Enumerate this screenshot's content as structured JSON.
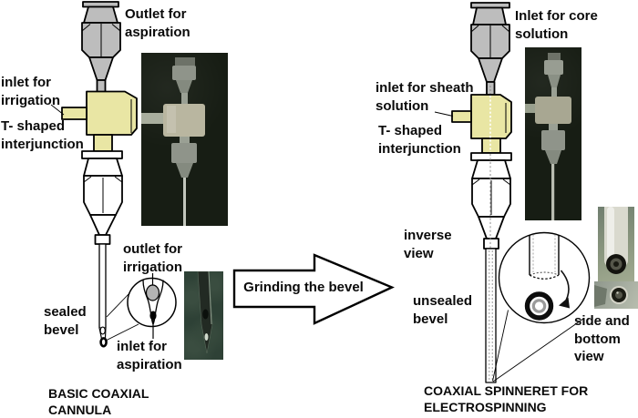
{
  "colors": {
    "junction_yellow": "#e9e6a4",
    "metal_gray": "#bdbdbd",
    "hole_gray": "#b3b3b3",
    "outline_black": "#000000",
    "photo_background": "#171d14"
  },
  "left_panel": {
    "labels": {
      "outlet_aspiration": "Outlet for\naspiration",
      "inlet_irrigation": "inlet for\nirrigation",
      "t_junction": "T- shaped\ninterjunction",
      "outlet_irrigation": "outlet for\nirrigation",
      "sealed_bevel": "sealed\nbevel",
      "inlet_aspiration": "inlet for\naspiration"
    },
    "caption": "BASIC COAXIAL\nCANNULA"
  },
  "transition": {
    "arrow_label": "Grinding the bevel"
  },
  "right_panel": {
    "labels": {
      "inlet_core": "Inlet for core\nsolution",
      "inlet_sheath": "inlet for sheath\nsolution",
      "t_junction": "T- shaped\ninterjunction",
      "inverse_view": "inverse\nview",
      "unsealed_bevel": "unsealed\nbevel",
      "side_bottom_view": "side and\nbottom\nview"
    },
    "caption": "COAXIAL SPINNERET FOR\nELECTROSPINNING"
  }
}
